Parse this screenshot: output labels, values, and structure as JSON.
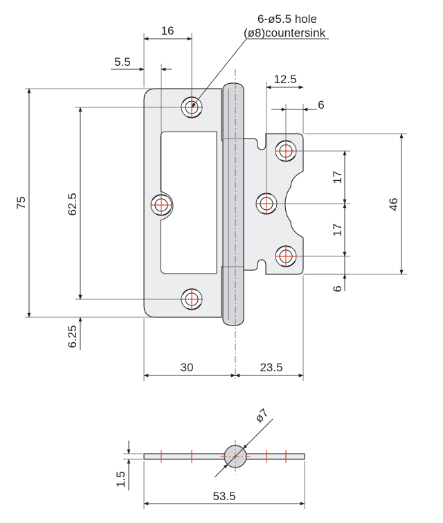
{
  "dimensions": {
    "top_width": "16",
    "hole_offset": "5.5",
    "height_total": "75",
    "hole_span": "62.5",
    "bottom_offset": "6.25",
    "left_width": "30",
    "right_width": "23.5",
    "right_hole_offset": "12.5",
    "right_edge": "6",
    "pitch_upper": "17",
    "pitch_lower": "17",
    "right_bottom": "6",
    "right_height": "46",
    "pin_diameter": "ø7",
    "thickness": "1.5",
    "open_width": "53.5"
  },
  "note": {
    "line1": "6-ø5.5 hole",
    "line2": "(ø8)countersink"
  },
  "colors": {
    "centerline": "#d8462d",
    "part_fill": "#ecedef",
    "line": "#333333"
  }
}
